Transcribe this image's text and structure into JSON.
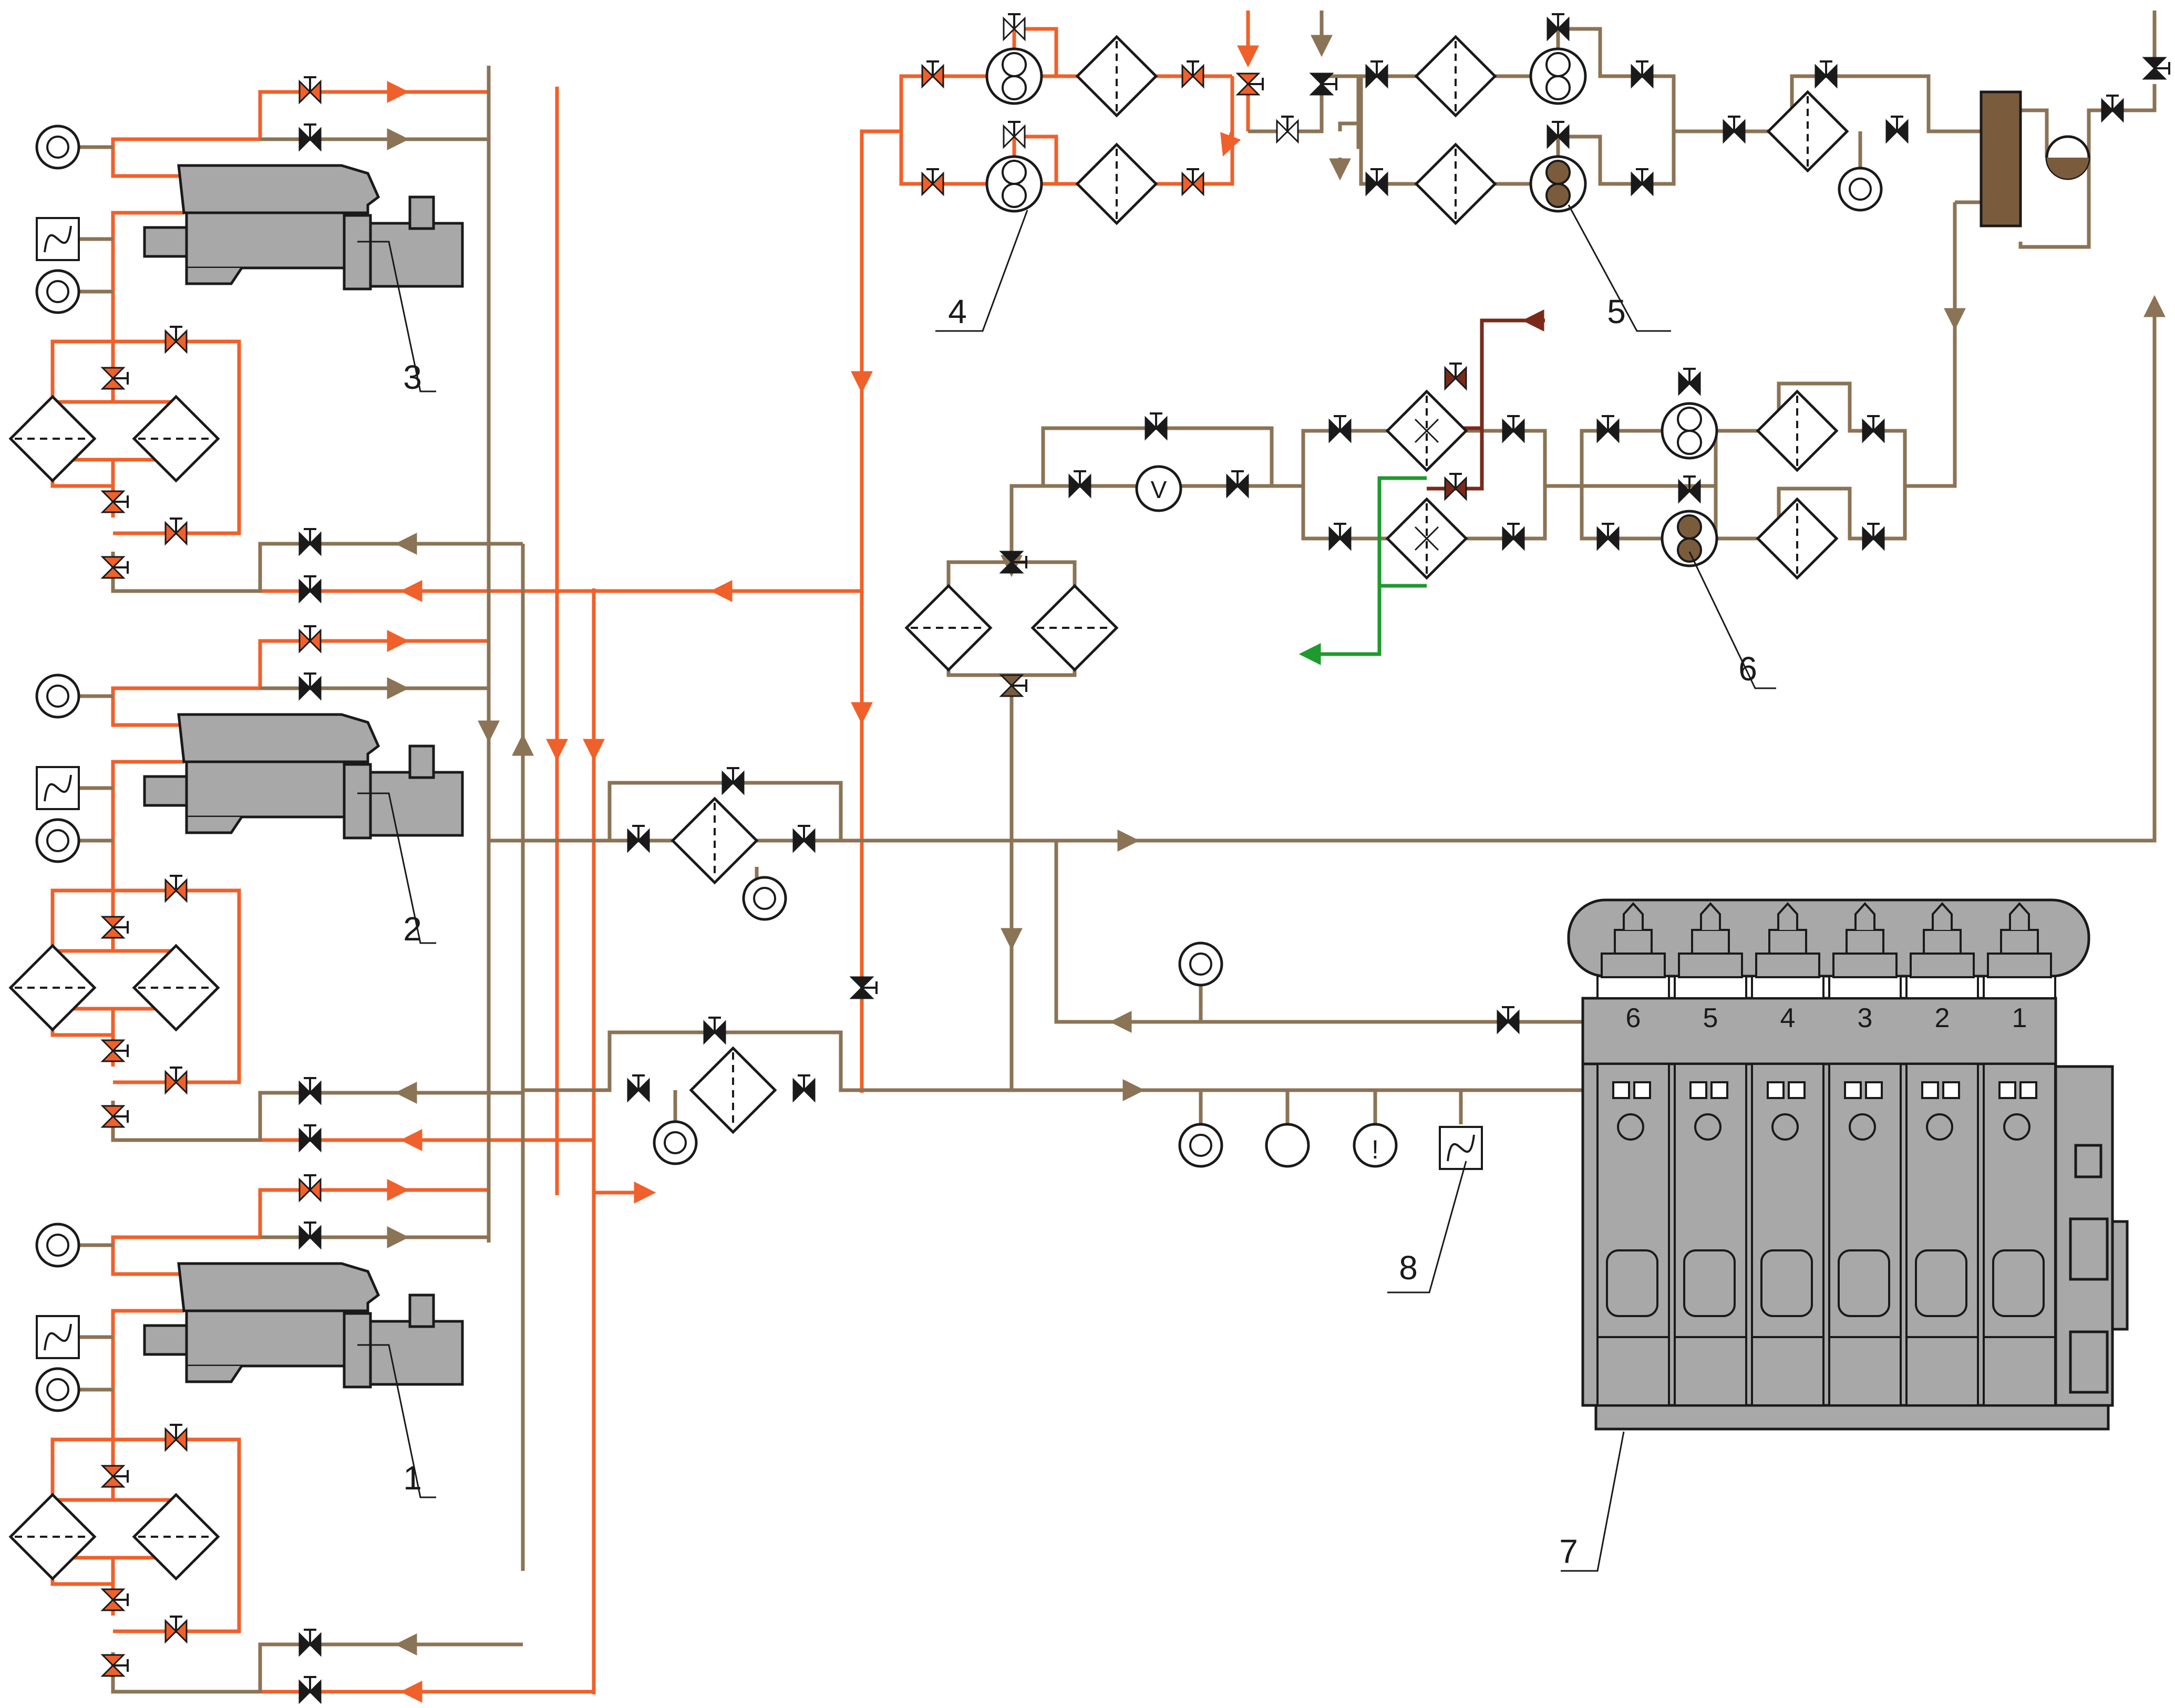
{
  "colors": {
    "fuel_light": "#f0602a",
    "fuel_return": "#8b7355",
    "green": "#1e9a2e",
    "dark_red": "#7a2a1a",
    "engine_gray": "#a8a8a8",
    "tank_brown": "#7a5c3c",
    "outline": "#1a1a1a"
  },
  "callouts": {
    "c1": "1",
    "c2": "2",
    "c3": "3",
    "c4": "4",
    "c5": "5",
    "c6": "6",
    "c7": "7",
    "c8": "8"
  },
  "engine": {
    "cylinders": [
      "6",
      "5",
      "4",
      "3",
      "2",
      "1"
    ]
  },
  "icons": {
    "valve": "two-way-valve-icon",
    "filter": "duplex-filter-icon",
    "pump": "gear-pump-icon",
    "gauge": "pressure-gauge-icon",
    "sensor": "temperature-sensor-icon",
    "flowmeter": "flowmeter-icon"
  },
  "instruments": {
    "flowmeter_letter": "V",
    "alarm_letter": "!"
  }
}
